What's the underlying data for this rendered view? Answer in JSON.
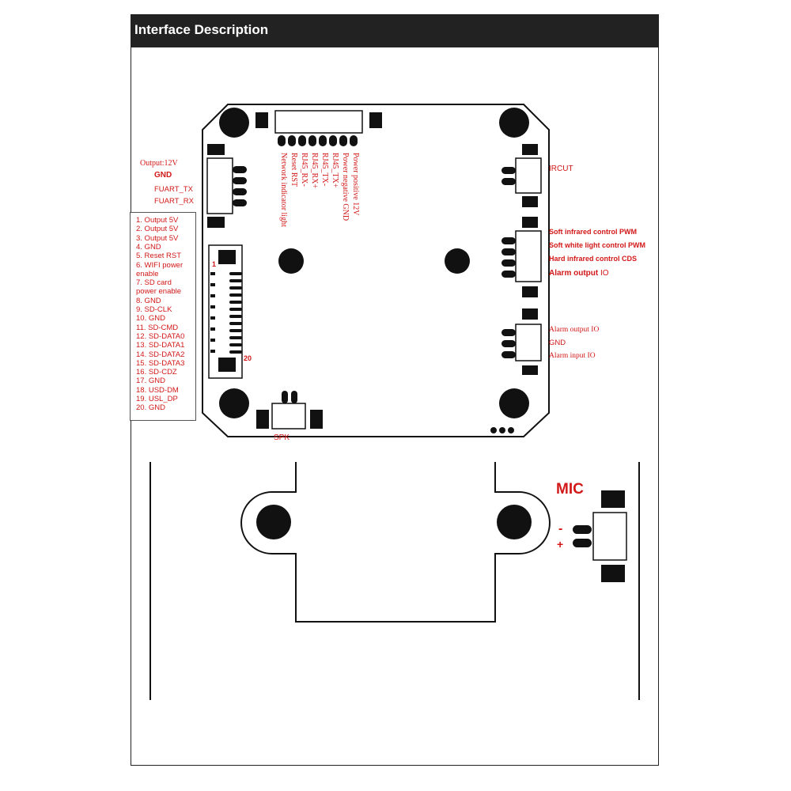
{
  "header": {
    "title": "Interface Description"
  },
  "board": {
    "top_connector_labels": [
      "Power positive 12V",
      "Power negative GND",
      "RJ45_TX+",
      "RJ45_TX-",
      "RJ45_RX+",
      "RJ45_RX-",
      "Reset RST",
      "Network indicator light"
    ],
    "left_connector": {
      "output": "Output:12V",
      "gnd": "GND",
      "tx": "FUART_TX",
      "rx": "FUART_RX"
    },
    "fpc_marks": {
      "first": "1",
      "last": "20"
    },
    "fpc_pins": [
      "1. Output 5V",
      "2. Output 5V",
      "3. Output 5V",
      "4. GND",
      "5. Reset RST",
      "6. WIFI power",
      "enable",
      "7. SD card",
      "power enable",
      "8. GND",
      "9. SD-CLK",
      "10. GND",
      "11. SD-CMD",
      "12. SD-DATA0",
      "13. SD-DATA1",
      "14. SD-DATA2",
      "15. SD-DATA3",
      "16. SD-CDZ",
      "17. GND",
      "18. USD-DM",
      "19. USL_DP",
      "20. GND"
    ],
    "ircut_label": "IRCUT",
    "right_connector_labels": [
      "Soft infrared control PWM",
      "Soft white light control PWM",
      "Hard infrared control CDS"
    ],
    "alarm_output_main": {
      "prefix": "Alarm output",
      "suffix": "IO"
    },
    "alarm_connector_labels": [
      "Alarm output IO",
      "GND",
      "Alarm input IO"
    ],
    "speaker_label": "SPK"
  },
  "mic": {
    "title": "MIC",
    "minus": "-",
    "plus": "+"
  },
  "colors": {
    "label_red": "#d21818",
    "header_bg": "#222222",
    "ink": "#111111"
  }
}
